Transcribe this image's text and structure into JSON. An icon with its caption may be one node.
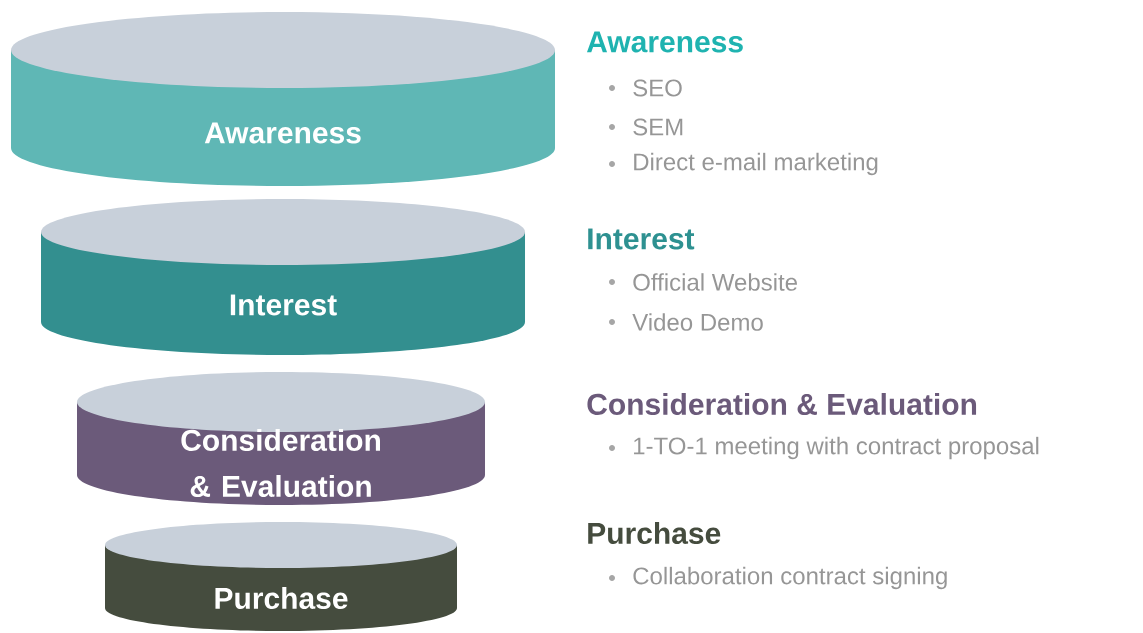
{
  "diagram": {
    "nodes": [
      {
        "text": [
          "Awareness"
        ],
        "beside": [
          "Awareness",
          "SEO",
          "SEM",
          "Direct e-mail marketing"
        ]
      },
      {
        "text": [
          "Interest"
        ],
        "beside": [
          "Interest",
          "Official Website",
          "Video Demo"
        ]
      },
      {
        "text": [
          "Consideration & Evaluation"
        ],
        "beside": [
          "Consideration & Evaluation",
          "1-TO-1 meeting with contract proposal"
        ]
      },
      {
        "text": [
          "Purchase"
        ],
        "beside": [
          "Purchase",
          "Collaboration contract signing"
        ]
      }
    ]
  }
}
